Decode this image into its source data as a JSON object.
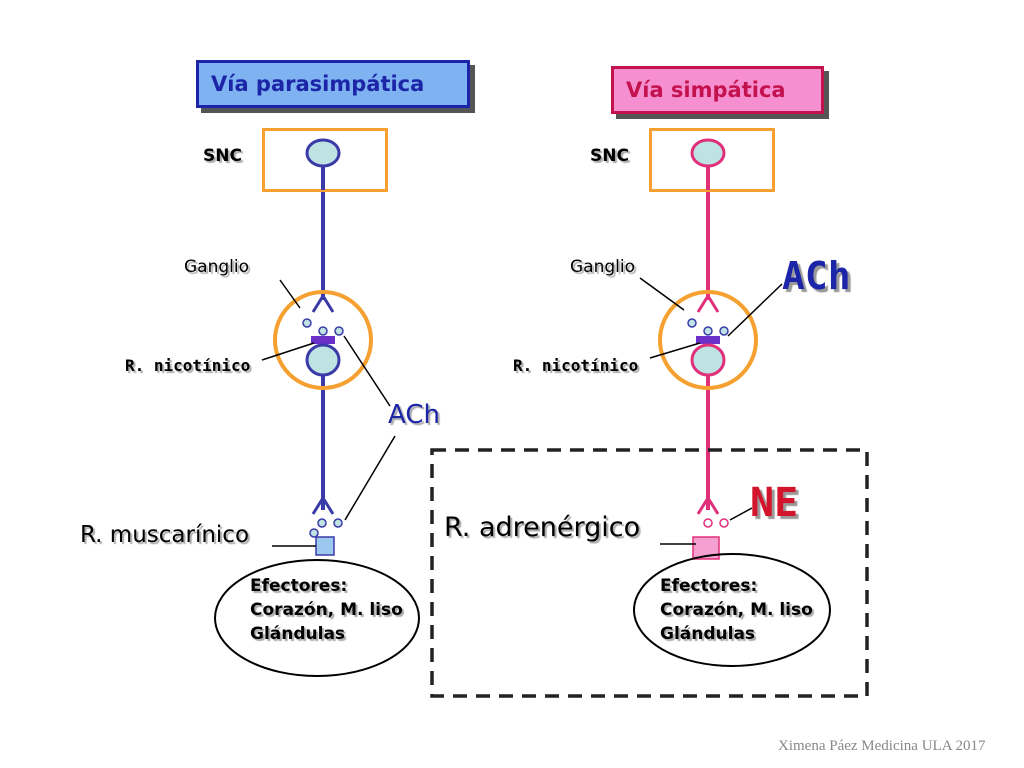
{
  "titles": {
    "parasympathetic": "Vía parasimpática",
    "sympathetic": "Vía simpática"
  },
  "left": {
    "snc": "SNC",
    "ganglio": "Ganglio",
    "receptor_nicotinic": "R. nicotínico",
    "ach": "ACh",
    "receptor_muscarinic": "R. muscarínico",
    "effectors": [
      "Efectores:",
      "Corazón, M. liso",
      "Glándulas"
    ]
  },
  "right": {
    "snc": "SNC",
    "ganglio": "Ganglio",
    "receptor_nicotinic": "R. nicotínico",
    "ach": "ACh",
    "ne": "NE",
    "receptor_adrenergic": "R. adrenérgico",
    "effectors": [
      "Efectores:",
      "Corazón, M. liso",
      "Glándulas"
    ]
  },
  "credit": "Ximena Páez Medicina ULA 2017",
  "colors": {
    "parasympathetic_line": "#3a3aa8",
    "sympathetic_line": "#e0307a",
    "ganglion_ring": "#f5a030",
    "neuron_fill": "#bfe3e3",
    "dashed_box": "#222222"
  }
}
